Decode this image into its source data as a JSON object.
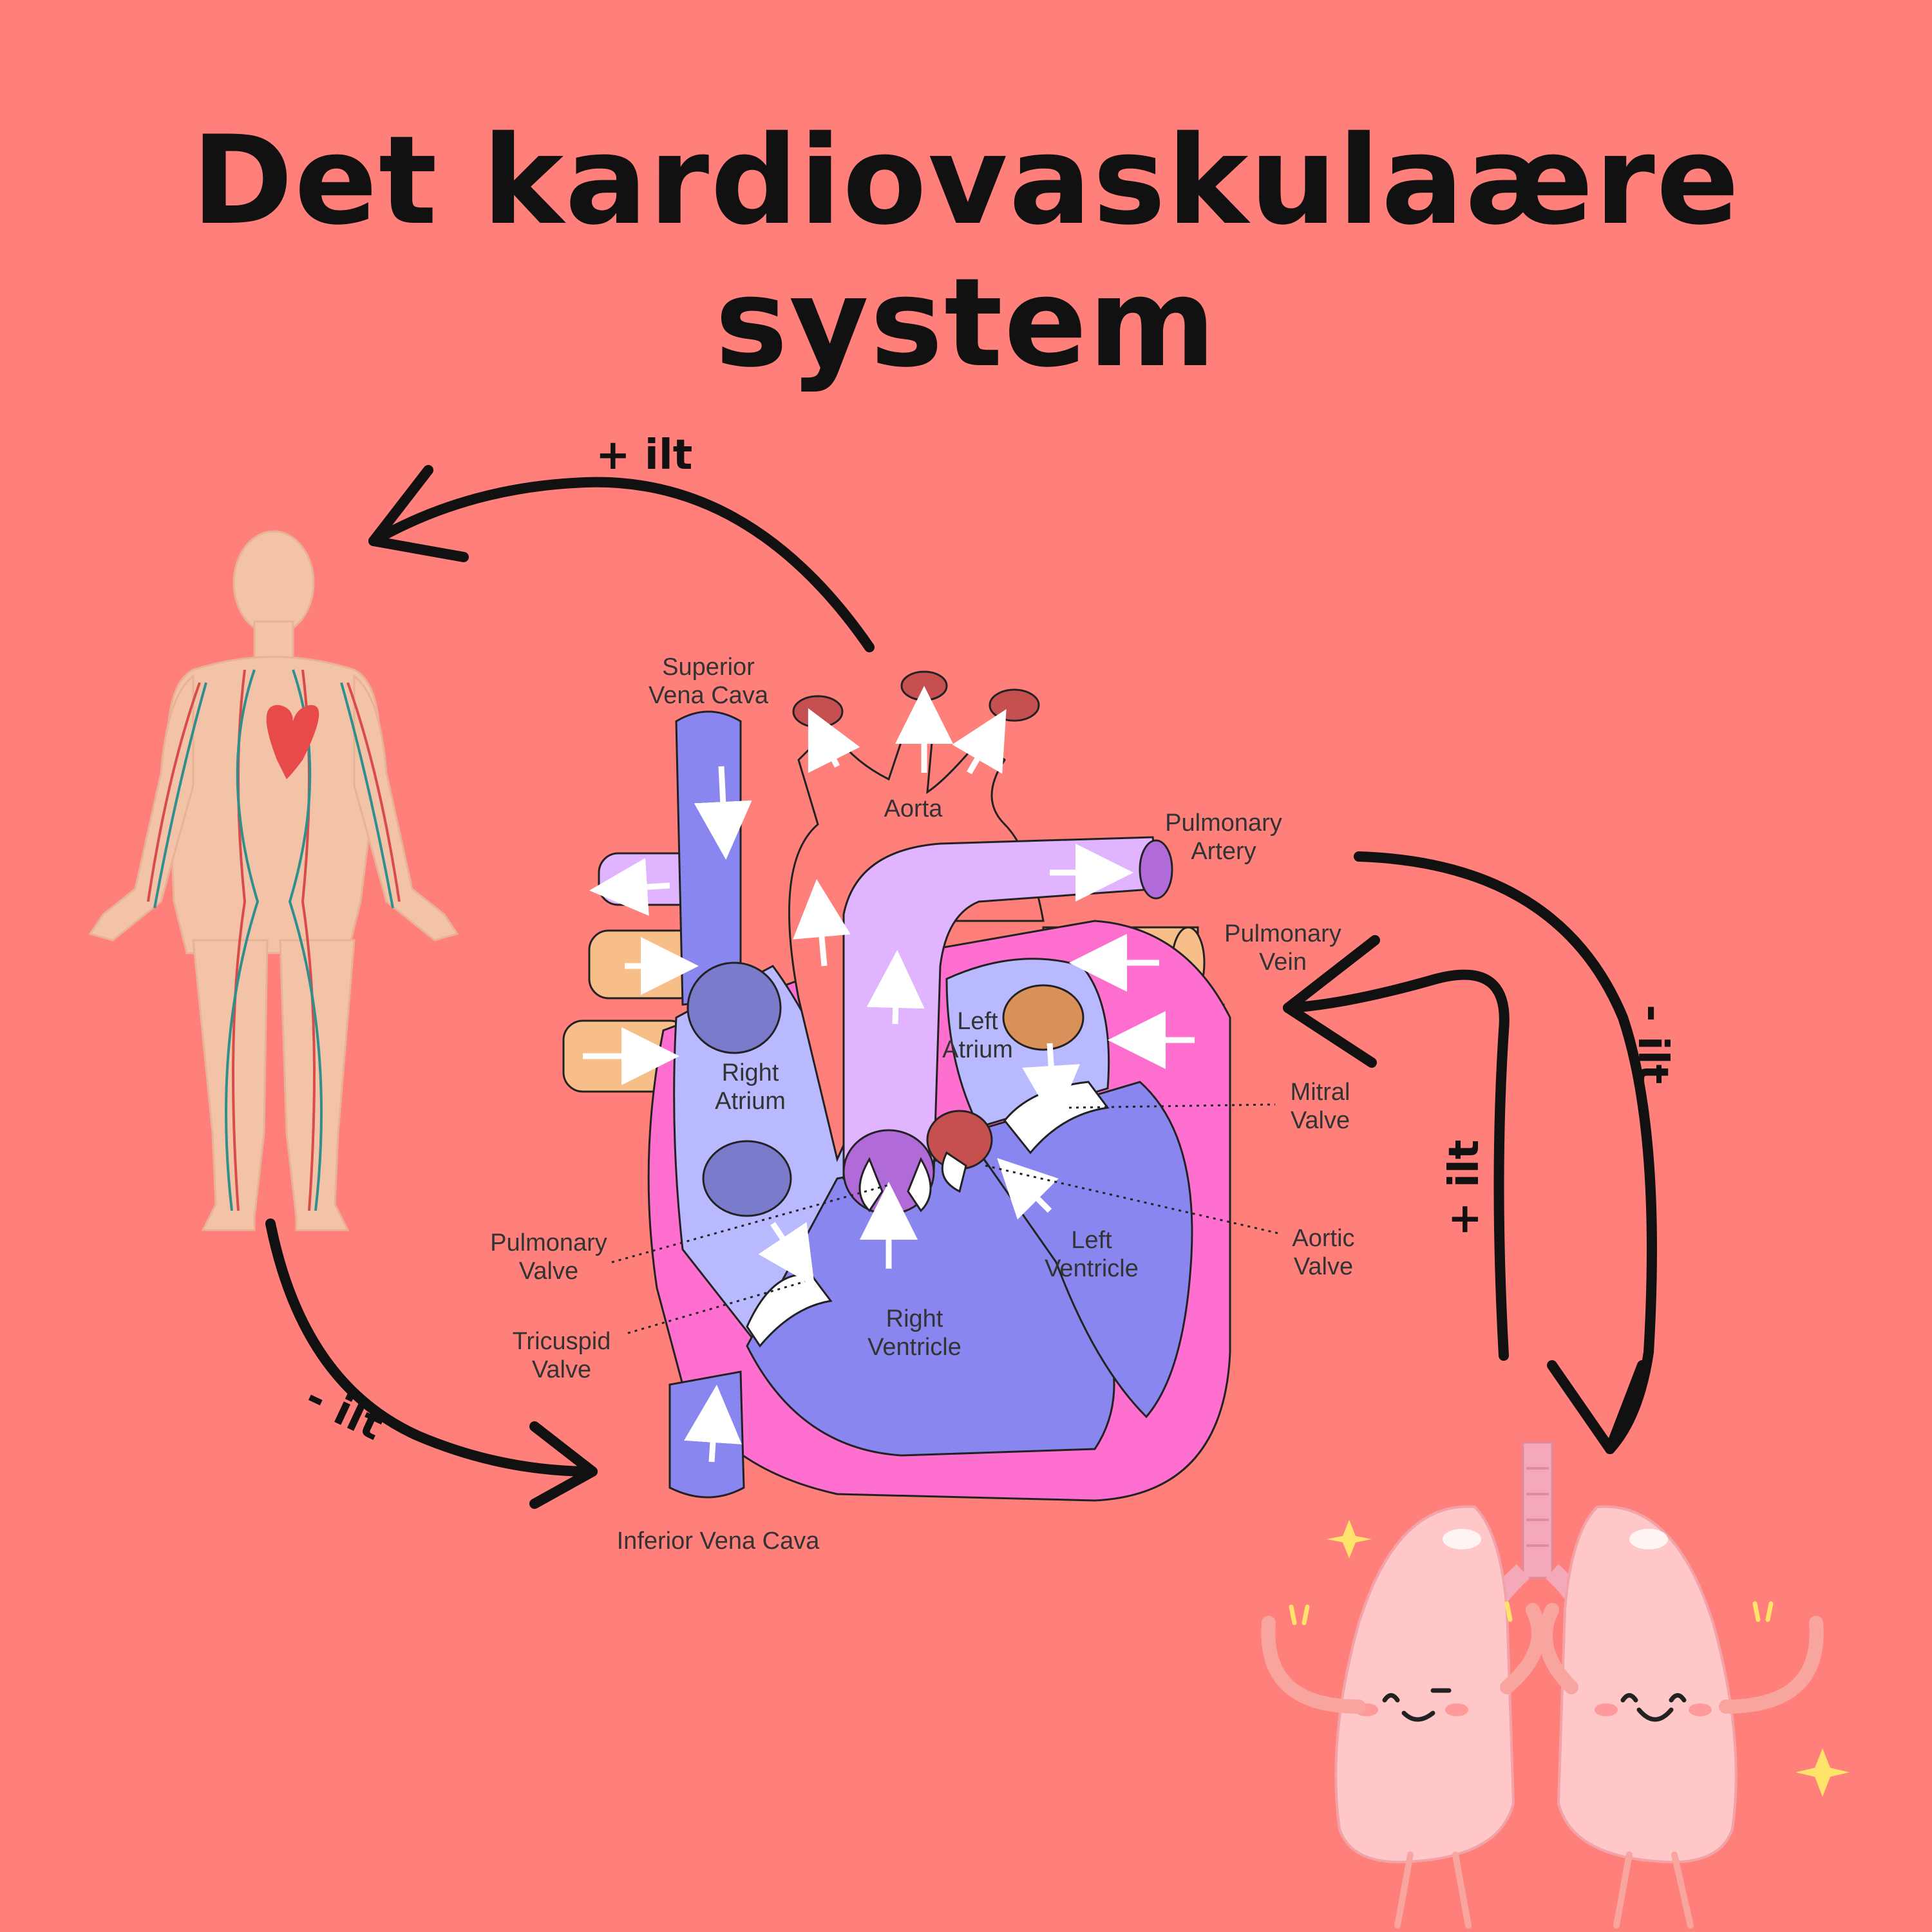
{
  "title": "Det kardiovaskulaære system",
  "flow_labels": {
    "top": "+ ilt",
    "right_outer": "- ilt",
    "right_inner": "+ ilt",
    "left_bottom": "- ilt"
  },
  "heart_labels": {
    "superior_vena_cava": [
      "Superior",
      "Vena Cava"
    ],
    "aorta": "Aorta",
    "pulmonary_artery": [
      "Pulmonary",
      "Artery"
    ],
    "pulmonary_vein": [
      "Pulmonary",
      "Vein"
    ],
    "left_atrium": [
      "Left",
      "Atrium"
    ],
    "right_atrium": [
      "Right",
      "Atrium"
    ],
    "mitral_valve": [
      "Mitral",
      "Valve"
    ],
    "aortic_valve": [
      "Aortic",
      "Valve"
    ],
    "left_ventricle": [
      "Left",
      "Ventricle"
    ],
    "right_ventricle": [
      "Right",
      "Ventricle"
    ],
    "pulmonary_valve": [
      "Pulmonary",
      "Valve"
    ],
    "tricuspid_valve": [
      "Tricuspid",
      "Valve"
    ],
    "inferior_vena_cava": "Inferior Vena Cava"
  },
  "colors": {
    "background": "#ff7f7b",
    "deoxygenated": "#8a86ef",
    "oxygenated_chamber": "#b9b9ff",
    "pulmonary": "#e0b4ff",
    "vein": "#f7be8a",
    "muscle": "#ff6fcf",
    "skin": "#f3c3a8",
    "lungs": "#ffc7c7"
  }
}
